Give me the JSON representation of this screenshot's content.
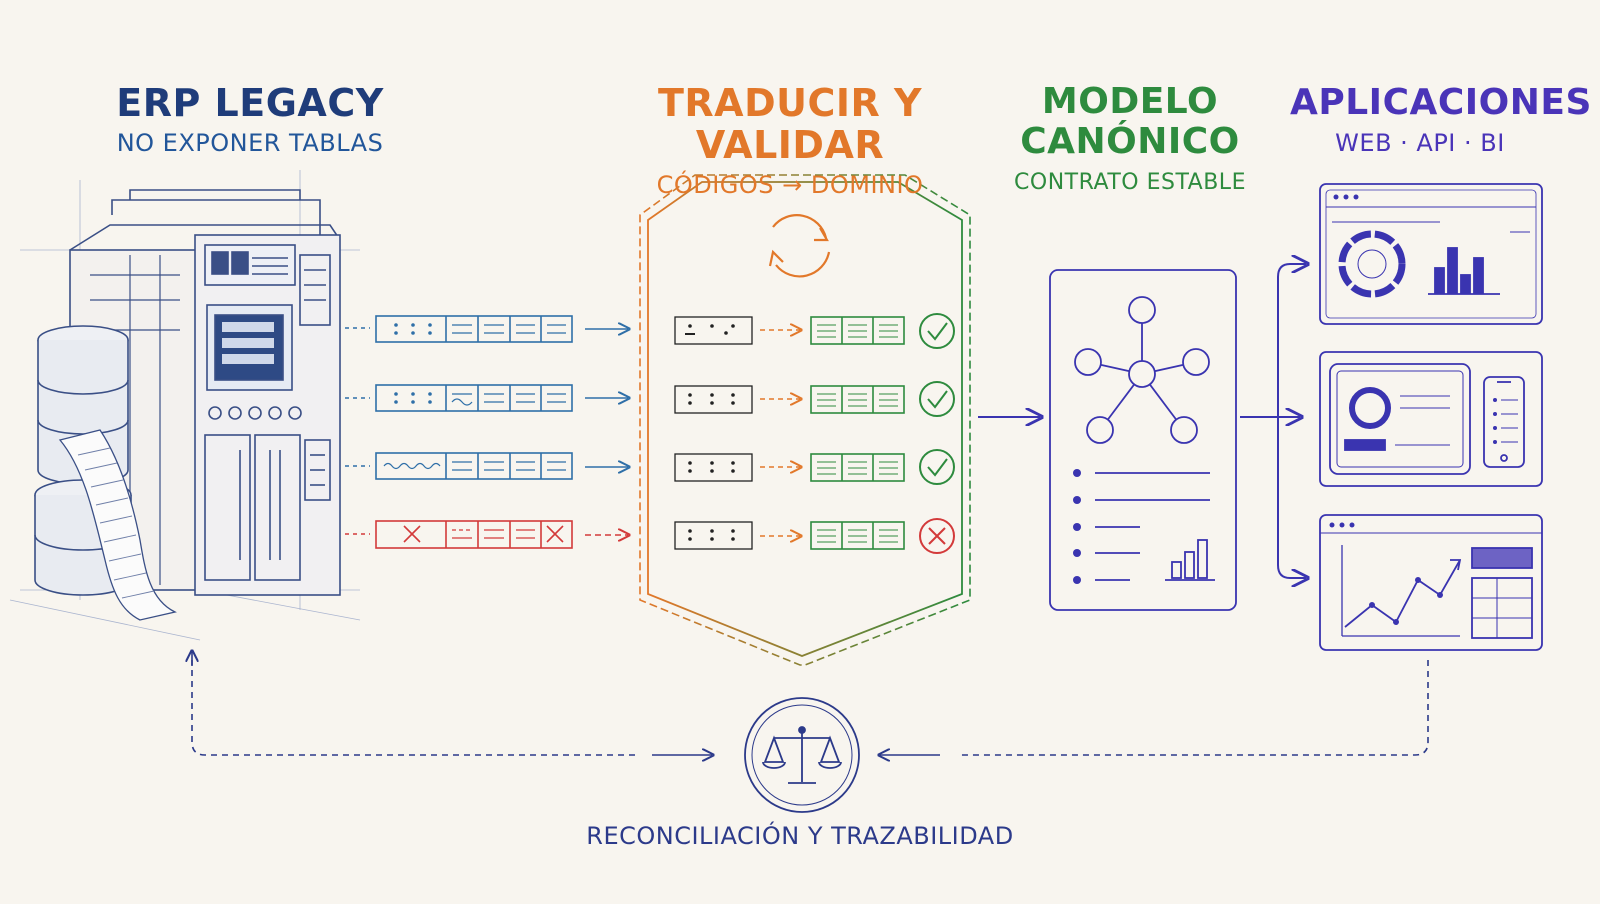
{
  "stages": {
    "erp": {
      "title": "ERP LEGACY",
      "subtitle": "NO EXPONER TABLAS"
    },
    "translate": {
      "title": "TRADUCIR Y VALIDAR",
      "subtitle": "CÓDIGOS → DOMINIO"
    },
    "canonical": {
      "title_line1": "MODELO",
      "title_line2": "CANÓNICO",
      "subtitle": "CONTRATO ESTABLE"
    },
    "apps": {
      "title": "APLICACIONES",
      "subtitle": "WEB · API · BI"
    }
  },
  "reconciliation": {
    "label": "RECONCILIACIÓN Y TRAZABILIDAD"
  },
  "records": [
    {
      "status": "valid"
    },
    {
      "status": "valid"
    },
    {
      "status": "valid"
    },
    {
      "status": "invalid"
    }
  ],
  "colors": {
    "navy": "#1f3c7a",
    "blue": "#2f6fa8",
    "orange": "#e2782a",
    "green": "#2e8b3e",
    "red": "#d33a3a",
    "purple": "#4a34b8",
    "sketch": "#3a4f86"
  },
  "icons": {
    "legacy": "mainframe-server-icon",
    "translate": "refresh-cycle-icon",
    "canonical": "network-graph-icon",
    "reconcile": "balance-scale-icon"
  }
}
